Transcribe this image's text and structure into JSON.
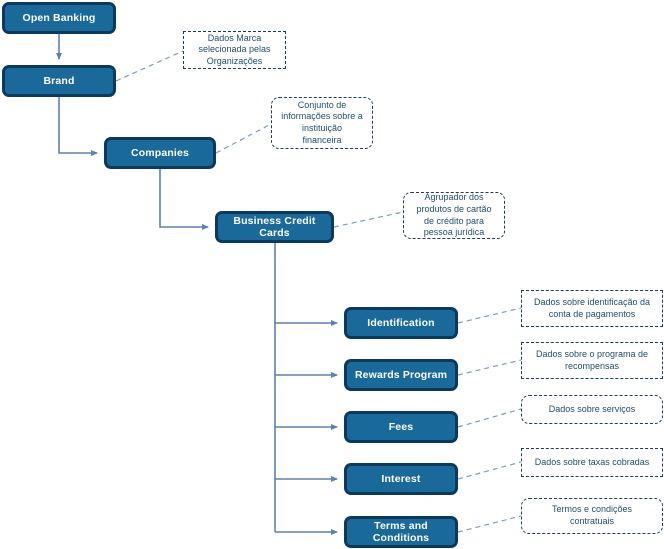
{
  "diagram": {
    "title": "Open Banking - Business Credit Cards",
    "colors": {
      "node_fill": "#19699b",
      "node_border": "#0c3a5c",
      "node_text": "#ffffff",
      "note_border": "#1f3864",
      "note_text": "#1f4e6b",
      "connector": "#5b82ad",
      "background": "#ffffff"
    },
    "nodes": [
      {
        "id": "open-banking",
        "label": "Open Banking"
      },
      {
        "id": "brand",
        "label": "Brand"
      },
      {
        "id": "companies",
        "label": "Companies"
      },
      {
        "id": "business-credit-cards",
        "label": "Business Credit Cards"
      },
      {
        "id": "identification",
        "label": "Identification"
      },
      {
        "id": "rewards-program",
        "label": "Rewards Program"
      },
      {
        "id": "fees",
        "label": "Fees"
      },
      {
        "id": "interest",
        "label": "Interest"
      },
      {
        "id": "terms-and-conditions",
        "label": "Terms and Conditions"
      }
    ],
    "notes": [
      {
        "id": "note-brand",
        "text": "Dados Marca\nselecionada pelas\nOrganizações",
        "target": "brand"
      },
      {
        "id": "note-companies",
        "text": "Conjunto de\ninformações sobre a\ninstituição\nfinanceira",
        "target": "companies"
      },
      {
        "id": "note-business-credit-cards",
        "text": "Agrupador dos\nprodutos de cartão\nde crédito para\npessoa jurídica",
        "target": "business-credit-cards"
      },
      {
        "id": "note-identification",
        "text": "Dados sobre identificação da\nconta de pagamentos",
        "target": "identification"
      },
      {
        "id": "note-rewards-program",
        "text": "Dados sobre o programa de\nrecompensas",
        "target": "rewards-program"
      },
      {
        "id": "note-fees",
        "text": "Dados sobre serviços",
        "target": "fees"
      },
      {
        "id": "note-interest",
        "text": "Dados sobre taxas cobradas",
        "target": "interest"
      },
      {
        "id": "note-terms-and-conditions",
        "text": "Termos e condições\ncontratuais",
        "target": "terms-and-conditions"
      }
    ],
    "edges": [
      {
        "from": "open-banking",
        "to": "brand"
      },
      {
        "from": "brand",
        "to": "companies"
      },
      {
        "from": "companies",
        "to": "business-credit-cards"
      },
      {
        "from": "business-credit-cards",
        "to": "identification"
      },
      {
        "from": "business-credit-cards",
        "to": "rewards-program"
      },
      {
        "from": "business-credit-cards",
        "to": "fees"
      },
      {
        "from": "business-credit-cards",
        "to": "interest"
      },
      {
        "from": "business-credit-cards",
        "to": "terms-and-conditions"
      }
    ]
  }
}
